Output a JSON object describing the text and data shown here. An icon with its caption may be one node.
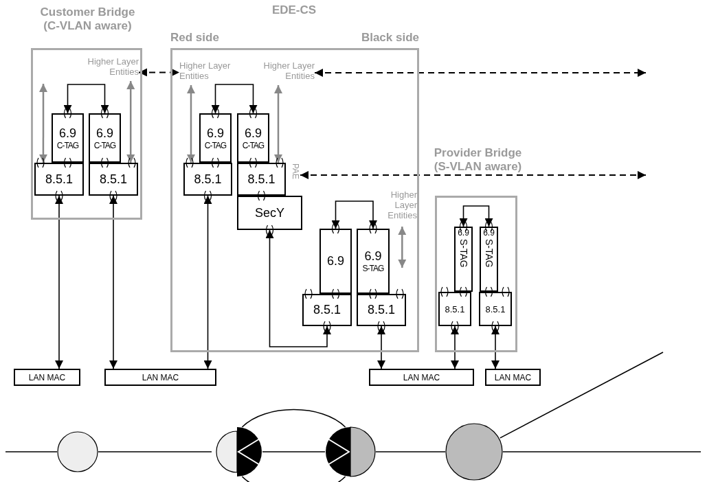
{
  "diagram": {
    "nodes": [
      {
        "text": [
          "Customer Bridge (C-VLAN aware)"
        ]
      },
      {
        "text": [
          "Higher Layer Entities"
        ],
        "in": 0
      },
      {
        "text": [
          "6.9",
          "C-TAG"
        ],
        "in": 0
      },
      {
        "text": [
          "6.9",
          "C-TAG"
        ],
        "in": 0
      },
      {
        "text": [
          "8.5.1"
        ],
        "in": 0
      },
      {
        "text": [
          "8.5.1"
        ],
        "in": 0
      },
      {
        "text": [
          "EDE-CS",
          "Red side",
          "Black side"
        ]
      },
      {
        "text": [
          "Higher Layer Entities"
        ],
        "in": 6
      },
      {
        "text": [
          "Higher Layer Entities"
        ],
        "in": 6
      },
      {
        "text": [
          "6.9",
          "C-TAG"
        ],
        "in": 6
      },
      {
        "text": [
          "6.9",
          "C-TAG"
        ],
        "in": 6
      },
      {
        "text": [
          "8.5.1"
        ],
        "in": 6
      },
      {
        "text": [
          "8.5.1"
        ],
        "in": 6
      },
      {
        "text": [
          "PAE"
        ],
        "in": 6
      },
      {
        "text": [
          "SecY"
        ],
        "in": 6
      },
      {
        "text": [
          "Higher Layer Entities"
        ],
        "in": 6
      },
      {
        "text": [
          "6.9"
        ],
        "in": 6
      },
      {
        "text": [
          "6.9",
          "S-TAG"
        ],
        "in": 6
      },
      {
        "text": [
          "8.5.1"
        ],
        "in": 6
      },
      {
        "text": [
          "8.5.1"
        ],
        "in": 6
      },
      {
        "text": [
          "Provider Bridge (S-VLAN aware)"
        ]
      },
      {
        "text": [
          "6.9",
          "S-TAG"
        ],
        "in": 20
      },
      {
        "text": [
          "6.9",
          "S-TAG"
        ],
        "in": 20
      },
      {
        "text": [
          "8.5.1"
        ],
        "in": 20
      },
      {
        "text": [
          "8.5.1"
        ],
        "in": 20
      },
      {
        "text": [
          "LAN MAC"
        ]
      },
      {
        "text": [
          "LAN MAC"
        ]
      },
      {
        "text": [
          "LAN MAC"
        ]
      },
      {
        "text": [
          "LAN MAC"
        ]
      },
      {
        "text": [],
        "shape": "circle"
      },
      {
        "text": [],
        "shape": "circle"
      },
      {
        "text": [],
        "shape": "circle"
      },
      {
        "text": [],
        "shape": "circle"
      }
    ],
    "edges": [
      {
        "from": null,
        "to": 4,
        "arrow": "both",
        "color": "#888888"
      },
      {
        "from": 1,
        "to": 5,
        "arrow": "both",
        "color": "#888888"
      },
      {
        "from": 2,
        "to": 3,
        "arrow": "both"
      },
      {
        "from": 1,
        "to": 7,
        "arrow": "both",
        "style": "dashed"
      },
      {
        "from": 25,
        "to": 4,
        "arrow": "both"
      },
      {
        "from": 26,
        "to": 5,
        "arrow": "both"
      },
      {
        "from": 7,
        "to": 11,
        "arrow": "both",
        "color": "#888888"
      },
      {
        "from": 8,
        "to": 12,
        "arrow": "both",
        "color": "#888888"
      },
      {
        "from": 9,
        "to": 10,
        "arrow": "both"
      },
      {
        "from": 26,
        "to": 11,
        "arrow": "both"
      },
      {
        "from": 8,
        "to": null,
        "arrow": "both",
        "style": "dashed"
      },
      {
        "from": 13,
        "to": null,
        "arrow": "both",
        "style": "dashed"
      },
      {
        "from": 18,
        "to": 14,
        "arrow": "both"
      },
      {
        "from": 16,
        "to": 17,
        "arrow": "both"
      },
      {
        "from": 15,
        "to": 17,
        "arrow": "both",
        "color": "#888888"
      },
      {
        "from": 27,
        "to": 19,
        "arrow": "both"
      },
      {
        "from": 21,
        "to": 22,
        "arrow": "both"
      },
      {
        "from": 27,
        "to": 23,
        "arrow": "both"
      },
      {
        "from": 28,
        "to": 24,
        "arrow": "both"
      },
      {
        "from": null,
        "to": 29,
        "arrow": "none"
      },
      {
        "from": 29,
        "to": 30,
        "arrow": "none"
      },
      {
        "from": 30,
        "to": 31,
        "arrow": "none"
      },
      {
        "from": 30,
        "to": 31,
        "arrow": "none"
      },
      {
        "from": 30,
        "to": 31,
        "arrow": "none"
      },
      {
        "from": 31,
        "to": 32,
        "arrow": "none"
      },
      {
        "from": 32,
        "to": null,
        "arrow": "none"
      },
      {
        "from": 32,
        "to": null,
        "arrow": "none"
      }
    ]
  }
}
